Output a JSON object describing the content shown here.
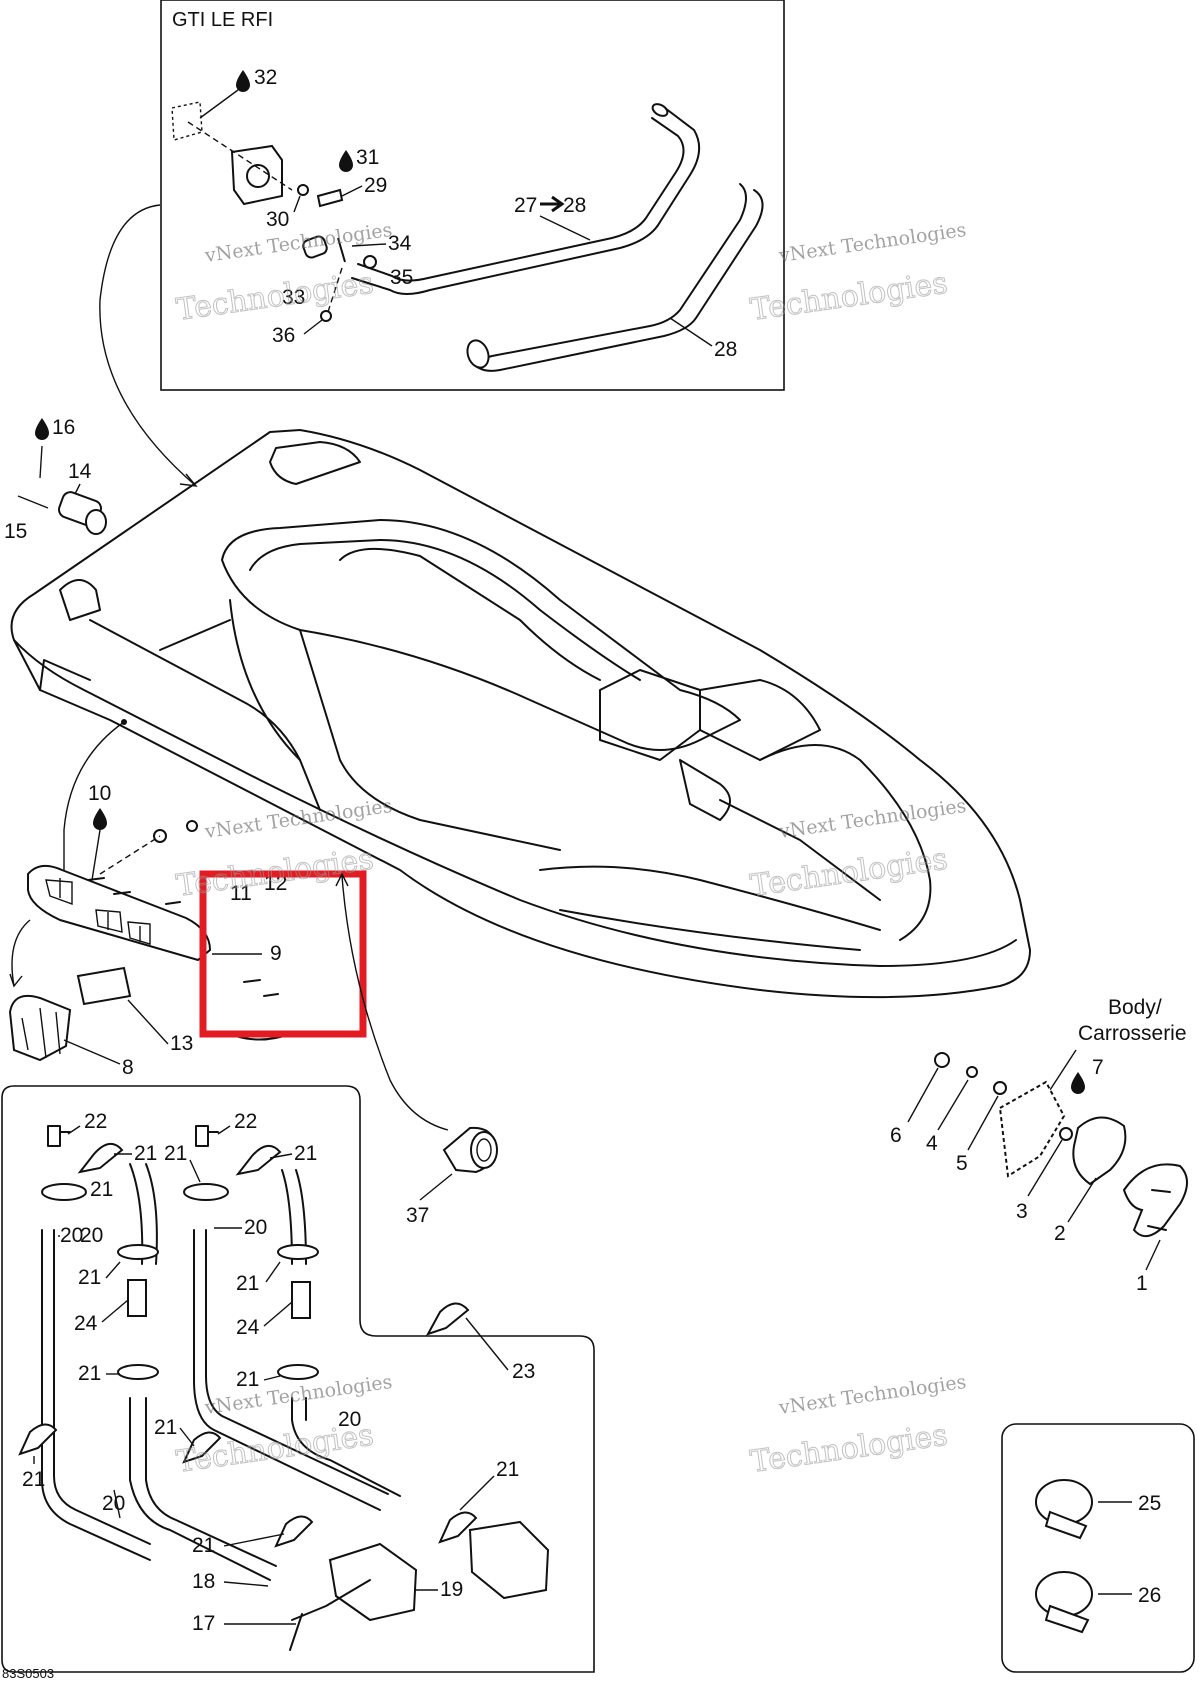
{
  "inset_title": "GTI LE RFI",
  "diagram_code": "83S0503",
  "body_label_line1": "Body/",
  "body_label_line2": "Carrosserie",
  "watermark": {
    "line1": "vNext Technologies",
    "line2": "Technologies",
    "small": "vNext"
  },
  "callouts": {
    "c1": "1",
    "c2": "2",
    "c3": "3",
    "c4": "4",
    "c5": "5",
    "c6": "6",
    "c7": "7",
    "c8": "8",
    "c9": "9",
    "c10": "10",
    "c11": "11",
    "c12": "12",
    "c13": "13",
    "c14": "14",
    "c15": "15",
    "c16": "16",
    "c17": "17",
    "c18": "18",
    "c19": "19",
    "c20a": "20",
    "c20b": "20",
    "c20c": "20",
    "c20d": "20",
    "c21a": "21",
    "c21b": "21",
    "c21c": "21",
    "c21d": "21",
    "c21e": "21",
    "c21f": "21",
    "c21g": "21",
    "c21h": "21",
    "c21i": "21",
    "c21j": "21",
    "c21k": "21",
    "c21l": "21",
    "c21m": "21",
    "c22a": "22",
    "c22b": "22",
    "c23": "23",
    "c24a": "24",
    "c24b": "24",
    "c25": "25",
    "c26": "26",
    "c27": "27",
    "c28a": "28",
    "c28b": "28",
    "c29": "29",
    "c30": "30",
    "c31": "31",
    "c32": "32",
    "c33": "33",
    "c34": "34",
    "c35": "35",
    "c36": "36",
    "c37": "37"
  },
  "highlight_color": "#e31b23"
}
